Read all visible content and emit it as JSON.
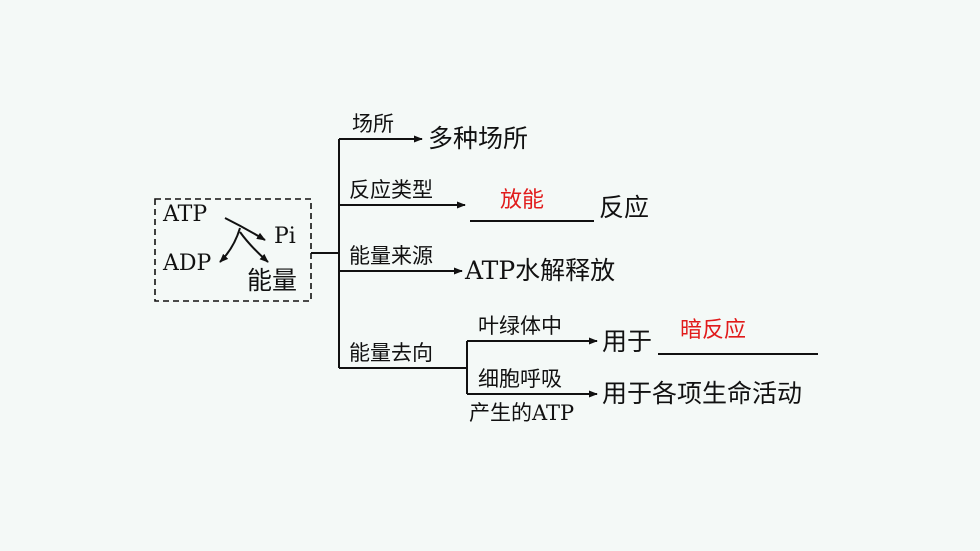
{
  "colors": {
    "background": "#f4f9f7",
    "answer": "#e11b1b",
    "ink": "#111111"
  },
  "box": {
    "atp": "ATP",
    "pi": "Pi",
    "adp": "ADP",
    "energy": "能量"
  },
  "branches": [
    {
      "label": "场所",
      "target": "多种场所"
    },
    {
      "label": "反应类型",
      "answer": "放能",
      "target": "反应"
    },
    {
      "label": "能量来源",
      "target": "ATP水解释放"
    },
    {
      "label": "能量去向",
      "sub": [
        {
          "label": "叶绿体中",
          "prefix": "用于",
          "answer": "暗反应"
        },
        {
          "label_line1": "细胞呼吸",
          "label_line2": "产生的ATP",
          "target": "用于各项生命活动"
        }
      ]
    }
  ]
}
